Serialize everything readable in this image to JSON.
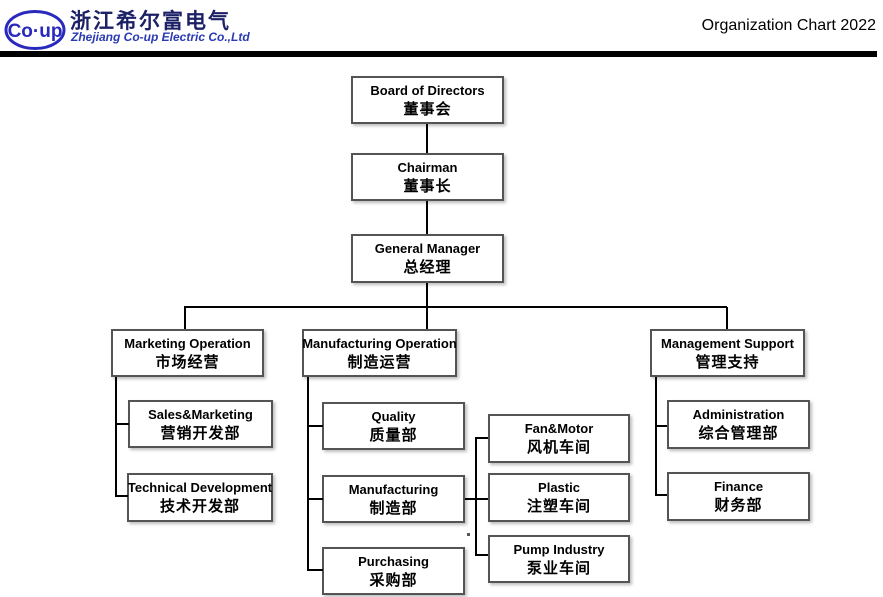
{
  "header": {
    "title": "Organization Chart 2022",
    "logo": {
      "badge_text": "Co·up",
      "company_name_cn": "浙江希尔富电气",
      "company_name_en": "Zhejiang Co-up Electric Co.,Ltd",
      "badge_color": "#2929bd",
      "name_cn_color": "#1c2166",
      "name_en_color": "#2a3ab2"
    },
    "rule_color": "#000000"
  },
  "chart": {
    "line_color": "#000000",
    "box_border_color": "#545454",
    "nodes": {
      "board": {
        "en": "Board of Directors",
        "cn": "董事会"
      },
      "chairman": {
        "en": "Chairman",
        "cn": "董事长"
      },
      "general_manager": {
        "en": "General Manager",
        "cn": "总经理"
      },
      "marketing_operation": {
        "en": "Marketing Operation",
        "cn": "市场经营"
      },
      "manufacturing_operation": {
        "en": "Manufacturing Operation",
        "cn": "制造运营"
      },
      "management_support": {
        "en": "Management Support",
        "cn": "管理支持"
      },
      "sales_marketing": {
        "en": "Sales&Marketing",
        "cn": "营销开发部"
      },
      "technical_development": {
        "en": "Technical Development",
        "cn": "技术开发部"
      },
      "quality": {
        "en": "Quality",
        "cn": "质量部"
      },
      "manufacturing_dept": {
        "en": "Manufacturing",
        "cn": "制造部"
      },
      "purchasing": {
        "en": "Purchasing",
        "cn": "采购部"
      },
      "fan_motor": {
        "en": "Fan&Motor",
        "cn": "风机车间"
      },
      "plastic": {
        "en": "Plastic",
        "cn": "注塑车间"
      },
      "pump_industry": {
        "en": "Pump Industry",
        "cn": "泵业车间"
      },
      "administration": {
        "en": "Administration",
        "cn": "综合管理部"
      },
      "finance": {
        "en": "Finance",
        "cn": "财务部"
      }
    }
  }
}
